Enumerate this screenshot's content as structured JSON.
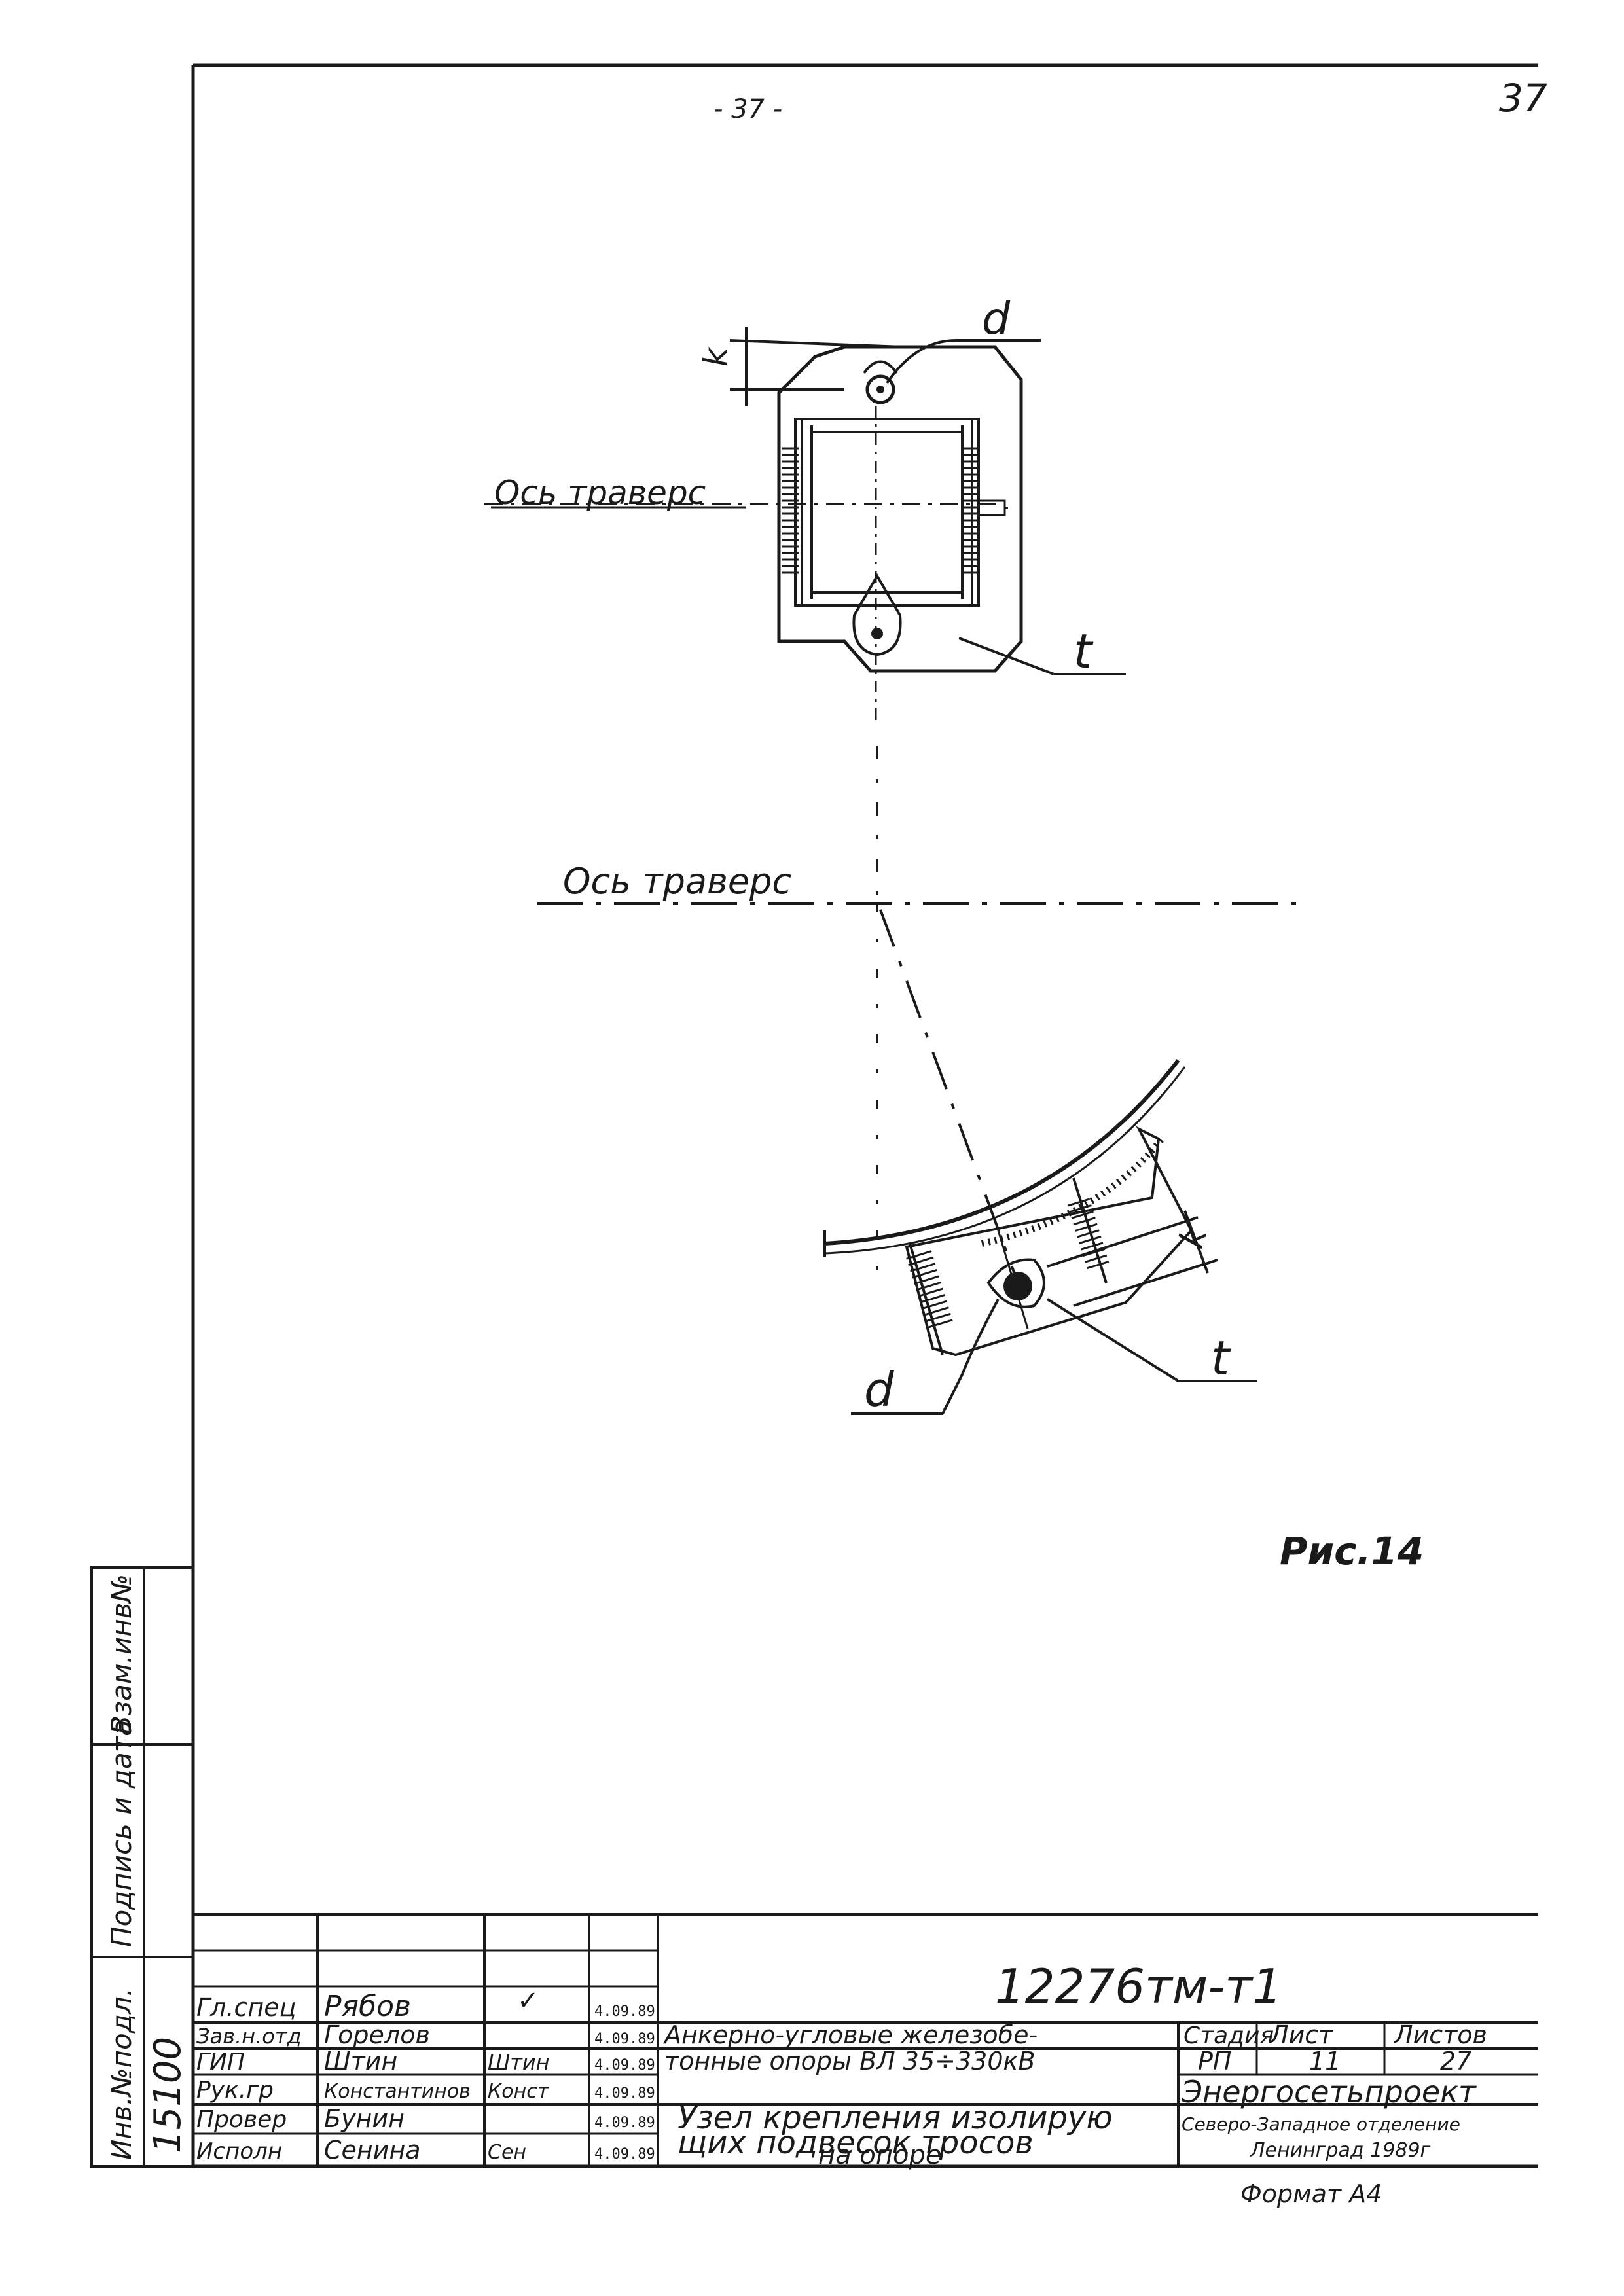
{
  "header": {
    "sheet_number": "37",
    "page_mark": "- 37 -"
  },
  "drawing": {
    "top_node": {
      "label_d": "d",
      "label_k": "k",
      "label_t": "t",
      "axis_label": "Ось траверс"
    },
    "main_axis_label": "Ось траверс",
    "bottom_node": {
      "label_k": "k",
      "label_t": "t",
      "label_d": "d"
    },
    "figure_caption": "Рис.14"
  },
  "side_stamp": {
    "inv_zam": "Взам.инв№",
    "sign_date": "Подпись и дата",
    "inv_podl": "Инв.№подл.",
    "inv_podl_value": "15100"
  },
  "title_block": {
    "doc_code": "12276тм-т1",
    "rows": [
      {
        "role": "Гл.спец",
        "name": "Рябов",
        "sign": "✓",
        "date": "4.09.89"
      },
      {
        "role": "Зав.н.отд",
        "name": "Горелов",
        "sign": "",
        "date": "4.09.89"
      },
      {
        "role": "ГИП",
        "name": "Штин",
        "sign": "Штин",
        "date": "4.09.89"
      },
      {
        "role": "Рук.гр",
        "name": "Константинов",
        "sign": "Конст",
        "date": "4.09.89"
      },
      {
        "role": "Провер",
        "name": "Бунин",
        "sign": "",
        "date": "4.09.89"
      },
      {
        "role": "Исполн",
        "name": "Сенина",
        "sign": "Сен",
        "date": "4.09.89"
      }
    ],
    "project_title_1": "Анкерно-угловые железобе-",
    "project_title_2": "тонные опоры ВЛ 35÷330кВ",
    "sheet_title_1": "Узел крепления изолирую",
    "sheet_title_2": "щих подвесок тросов",
    "sheet_title_3": "на опоре",
    "stage_header": "Стадия",
    "sheet_header": "Лист",
    "sheets_header": "Листов",
    "stage_value": "РП",
    "sheet_value": "11",
    "sheets_value": "27",
    "org_name": "Энергосетьпроект",
    "org_branch": "Северо-Западное отделение",
    "org_city": "Ленинград 1989г",
    "format": "Формат А4"
  }
}
